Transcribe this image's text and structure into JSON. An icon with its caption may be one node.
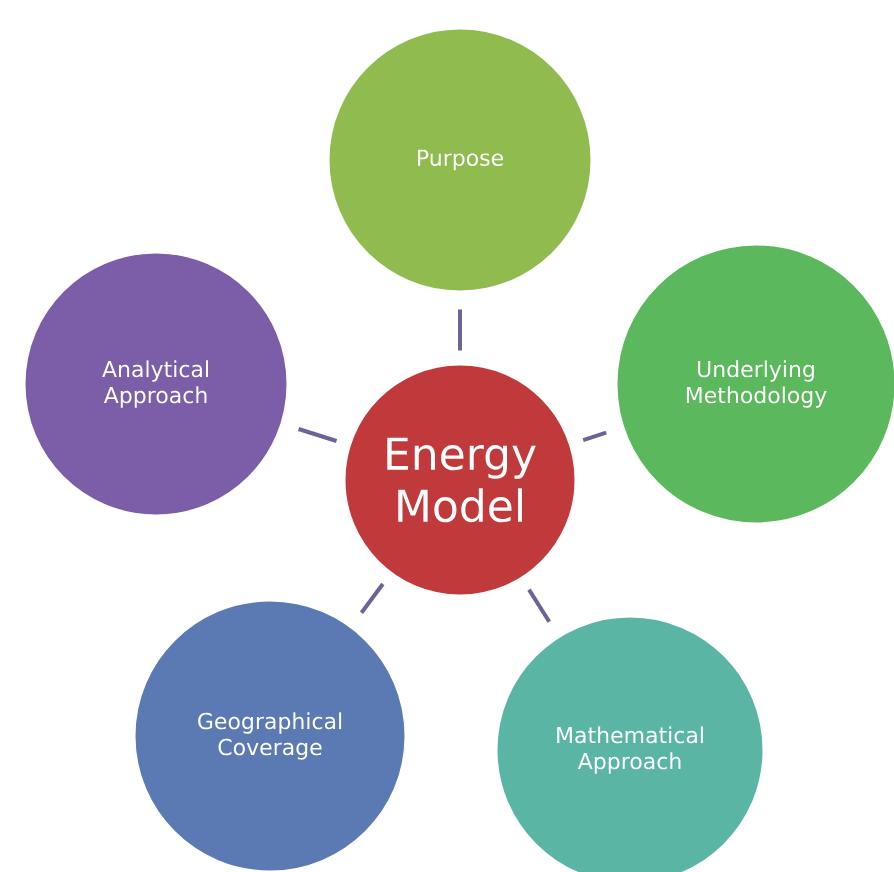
{
  "diagram": {
    "nodes": [
      {
        "text": [
          "Purpose"
        ]
      },
      {
        "text": [
          "Analytical Approach"
        ]
      },
      {
        "text": [
          "Energy Model"
        ]
      },
      {
        "text": [
          "Underlying Methodology"
        ]
      },
      {
        "text": [
          "Geographical Coverage"
        ]
      },
      {
        "text": [
          "Mathematical Approach"
        ]
      }
    ],
    "edges": [
      {
        "from": 2,
        "to": 0,
        "arrow": "none"
      },
      {
        "from": 2,
        "to": 1,
        "arrow": "none"
      },
      {
        "from": 2,
        "to": 3,
        "arrow": "none"
      },
      {
        "from": 2,
        "to": 4,
        "arrow": "none"
      },
      {
        "from": 2,
        "to": 5,
        "arrow": "none"
      }
    ]
  }
}
